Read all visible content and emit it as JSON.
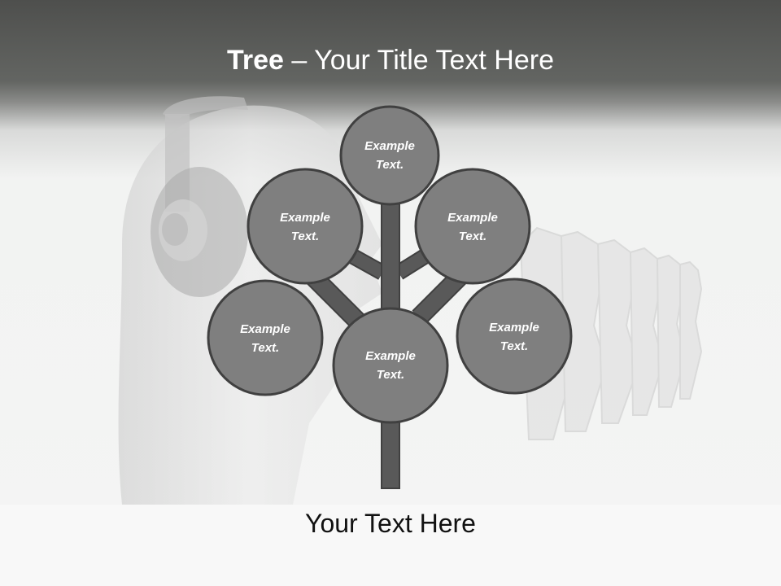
{
  "title": {
    "bold": "Tree",
    "rest": " – Your Title Text Here"
  },
  "nodes": [
    {
      "line1": "Example",
      "line2": "Text."
    },
    {
      "line1": "Example",
      "line2": "Text."
    },
    {
      "line1": "Example",
      "line2": "Text."
    },
    {
      "line1": "Example",
      "line2": "Text."
    },
    {
      "line1": "Example",
      "line2": "Text."
    },
    {
      "line1": "Example",
      "line2": "Text."
    }
  ],
  "caption": "Your Text Here",
  "colors": {
    "header": "#555654",
    "node_fill": "#7f7f7f",
    "node_stroke": "#404040",
    "trunk": "#595959",
    "title_text": "#ffffff",
    "caption_text": "#111111"
  }
}
